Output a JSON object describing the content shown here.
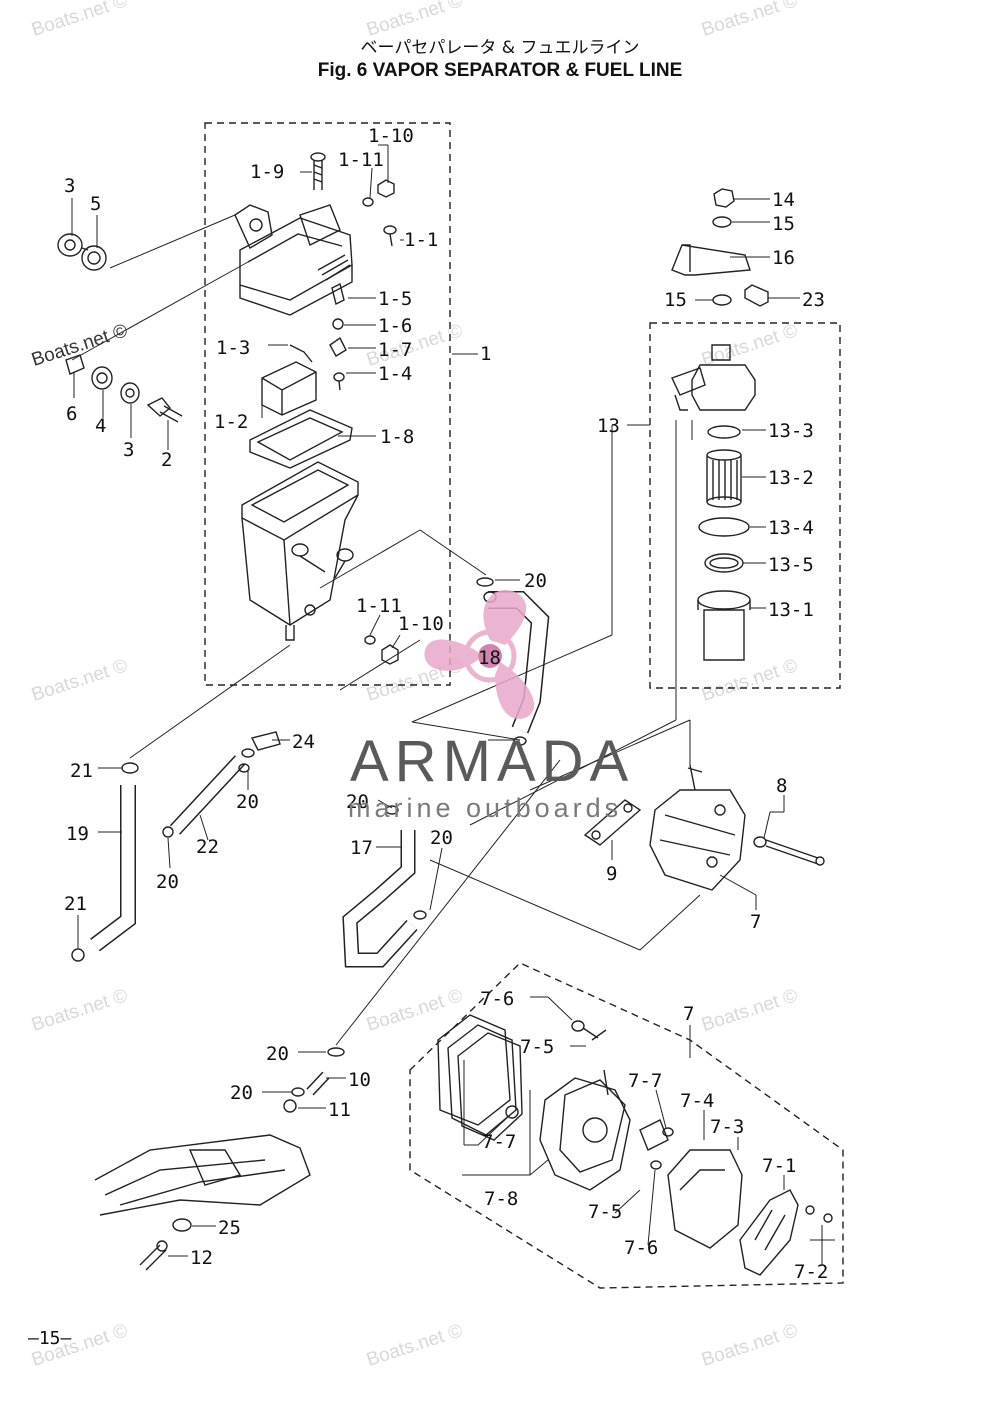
{
  "title_jp": "ベーパセパレータ & フュエルライン",
  "title_en": "Fig. 6    VAPOR SEPARATOR & FUEL LINE",
  "page_number": "—15—",
  "watermark": "Boats.net ©",
  "brand": {
    "name": "ARMADA",
    "sub": "marine outboards",
    "logo_label": "18"
  },
  "labels": [
    "1-10",
    "1-11",
    "1-9",
    "1-1",
    "1-5",
    "1-6",
    "1-7",
    "1-3",
    "1-4",
    "1-2",
    "1-8",
    "1",
    "3",
    "5",
    "6",
    "4",
    "3",
    "2",
    "14",
    "15",
    "16",
    "15",
    "23",
    "13",
    "13-3",
    "13-2",
    "13-4",
    "13-5",
    "13-1",
    "20",
    "1-11",
    "1-10",
    "24",
    "20",
    "21",
    "19",
    "22",
    "20",
    "21",
    "20",
    "17",
    "20",
    "8",
    "9",
    "7",
    "7-6",
    "7-5",
    "7",
    "7-7",
    "7-4",
    "7-3",
    "7-1",
    "7-7",
    "7-8",
    "7-5",
    "7-6",
    "7-2",
    "20",
    "10",
    "20",
    "11",
    "25",
    "12"
  ],
  "colors": {
    "line": "#222222",
    "watermark": "#d8d8d8",
    "logo": "#e8a8c8"
  }
}
